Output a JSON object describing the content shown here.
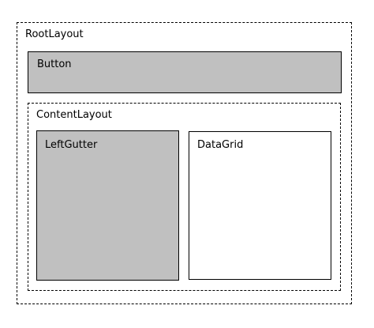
{
  "diagram": {
    "root_layout": {
      "label": "RootLayout"
    },
    "button": {
      "label": "Button"
    },
    "content_layout": {
      "label": "ContentLayout",
      "left_gutter": {
        "label": "LeftGutter"
      },
      "data_grid": {
        "label": "DataGrid"
      }
    }
  },
  "colors": {
    "filled_box": "#c0c0c0",
    "outline": "#000000",
    "background": "#ffffff"
  }
}
